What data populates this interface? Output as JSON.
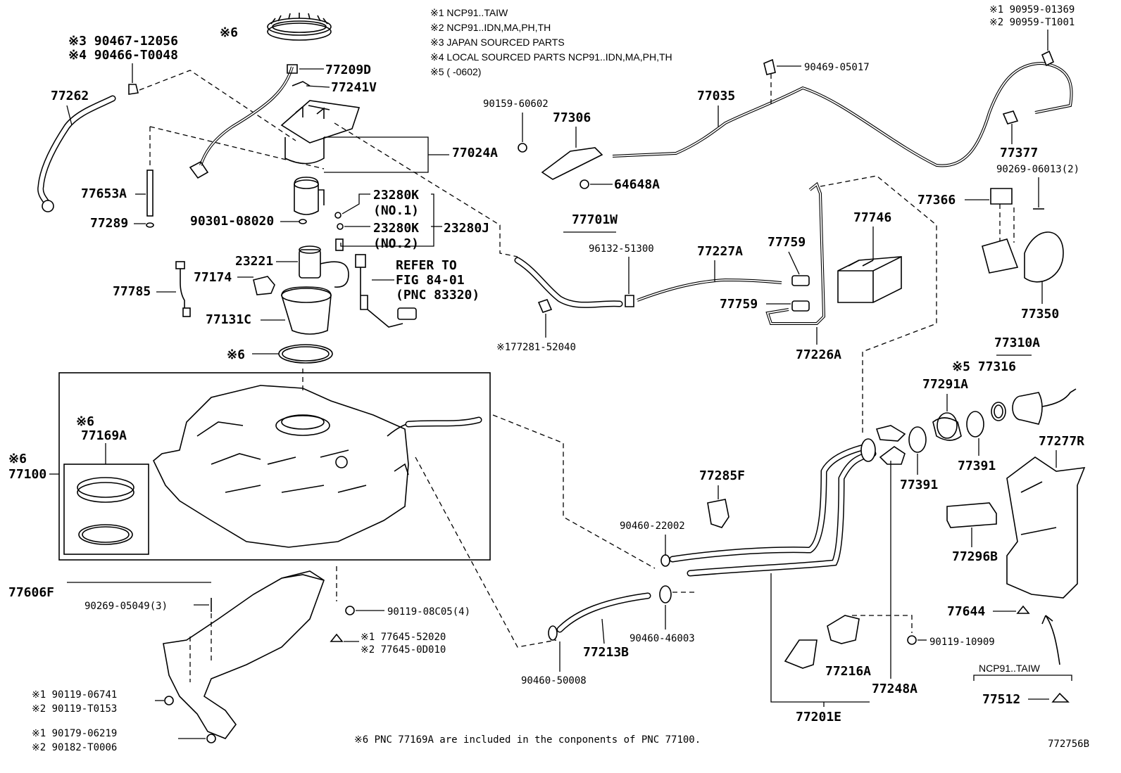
{
  "notes": {
    "n1": "※1 NCP91..TAIW",
    "n2": "※2 NCP91..IDN,MA,PH,TH",
    "n3": "※3 JAPAN SOURCED PARTS",
    "n4": "※4 LOCAL SOURCED PARTS NCP91..IDN,MA,PH,TH",
    "n5": "※5 (     -0602)"
  },
  "footer": {
    "note": "※6 PNC 77169A are included in the conponents of PNC 77100.",
    "figure_id": "772756B"
  },
  "labels": {
    "p90467": "※3 90467-12056",
    "p90466": "※4 90466-T0048",
    "p77262": "77262",
    "s6_top": "※6",
    "p77209D": "77209D",
    "p77241V": "77241V",
    "p77024A": "77024A",
    "p77653A": "77653A",
    "p77289": "77289",
    "p23280K_1": "23280K",
    "no1": "(NO.1)",
    "p23280K_2": "23280K",
    "no2": "(NO.2)",
    "p23280J": "23280J",
    "p90301": "90301-08020",
    "p23221": "23221",
    "p77174": "77174",
    "p77785": "77785",
    "p77131C": "77131C",
    "refer1": "REFER TO",
    "refer2": "FIG 84-01",
    "refer3": "(PNC 83320)",
    "s6_ring": "※6",
    "p90159": "90159-60602",
    "p77306": "77306",
    "p64648A": "64648A",
    "p77035": "77035",
    "p90469": "90469-05017",
    "p90959_1": "※1 90959-01369",
    "p90959_2": "※2 90959-T1001",
    "p77377": "77377",
    "p90269_06013": "90269-06013(2)",
    "p77366": "77366",
    "p77350": "77350",
    "p77701W": "77701W",
    "p96132": "96132-51300",
    "p77227A": "77227A",
    "p77759a": "77759",
    "p77746": "77746",
    "p77759b": "77759",
    "p177281": "※177281-52040",
    "p77226A": "77226A",
    "p77310A": "77310A",
    "p77316": "※5 77316",
    "p77291A": "77291A",
    "p77391a": "77391",
    "p77391b": "77391",
    "p77277R": "77277R",
    "s6_inset": "※6",
    "p77169A": "77169A",
    "s6_tank": "※6",
    "p77100": "77100",
    "p77285F": "77285F",
    "p90460_22002": "90460-22002",
    "p77296B": "77296B",
    "p77606F": "77606F",
    "p90269_05049": "90269-05049(3)",
    "p90119_08C05": "90119-08C05(4)",
    "p77645_1": "※1 77645-52020",
    "p77645_2": "※2 77645-0D010",
    "p90460_46003": "90460-46003",
    "p77213B": "77213B",
    "p90460_50008": "90460-50008",
    "p77644": "77644",
    "p90119_10909": "90119-10909",
    "p77216A": "77216A",
    "p77248A": "77248A",
    "p77201E": "77201E",
    "ncp_taiw": "NCP91..TAIW",
    "p77512": "77512",
    "p90119_06741": "※1 90119-06741",
    "p90119_T0153": "※2 90119-T0153",
    "p90179": "※1 90179-06219",
    "p90182": "※2 90182-T0006"
  }
}
